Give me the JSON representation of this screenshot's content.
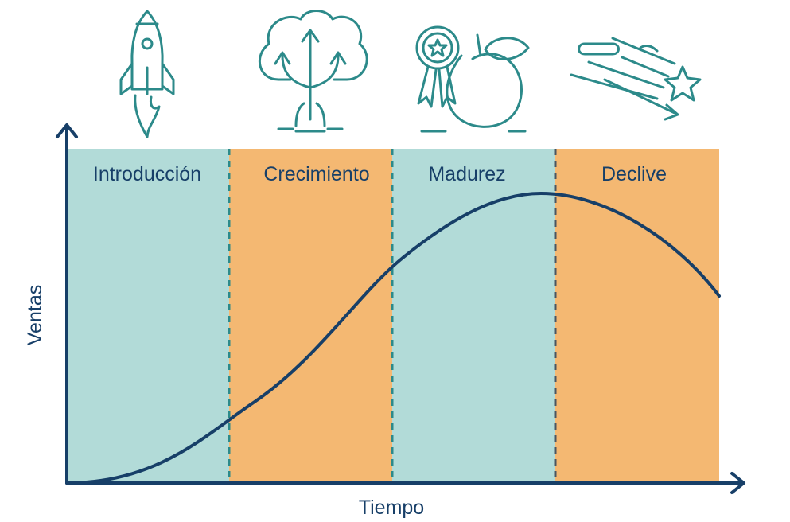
{
  "stages": [
    {
      "label": "Introducción",
      "icon": "rocket-icon"
    },
    {
      "label": "Crecimiento",
      "icon": "tree-arrows-icon"
    },
    {
      "label": "Madurez",
      "icon": "apple-award-icon"
    },
    {
      "label": "Declive",
      "icon": "shooting-star-icon"
    }
  ],
  "axes": {
    "x_label": "Tiempo",
    "y_label": "Ventas"
  },
  "colors": {
    "teal_band": "#b2dbd8",
    "orange_band": "#f4b872",
    "curve": "#173f68",
    "axis": "#173f68",
    "icon": "#2c8a8a",
    "text": "#173f68",
    "divider_teal": "#2c8a8a",
    "divider_dark": "#4a5560"
  }
}
